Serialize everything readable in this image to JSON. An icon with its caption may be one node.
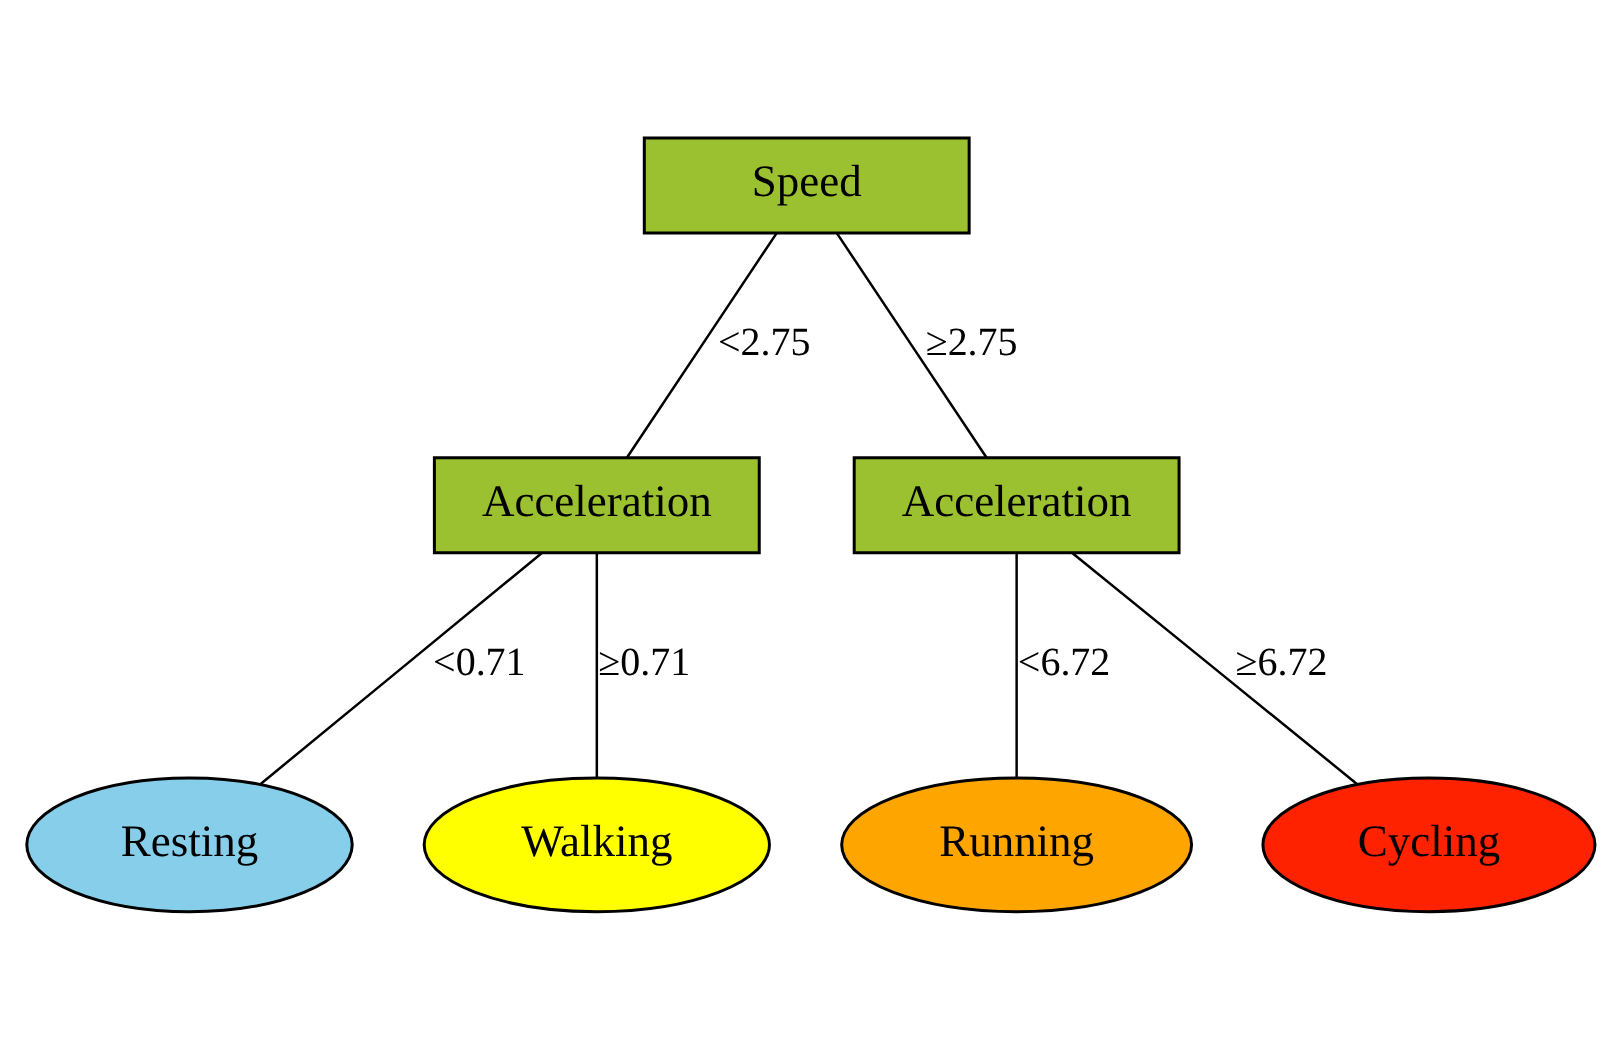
{
  "diagram": {
    "nodes": [
      {
        "text": [
          "Speed"
        ]
      },
      {
        "text": [
          "Acceleration"
        ]
      },
      {
        "text": [
          "Acceleration"
        ]
      },
      {
        "text": [
          "Resting"
        ]
      },
      {
        "text": [
          "Walking"
        ]
      },
      {
        "text": [
          "Running"
        ]
      },
      {
        "text": [
          "Cycling"
        ]
      }
    ],
    "edges": [
      {
        "from": 0,
        "to": 1,
        "arrow": "none",
        "label": "<2.75"
      },
      {
        "from": 0,
        "to": 2,
        "arrow": "none",
        "label": "≥2.75"
      },
      {
        "from": 1,
        "to": 3,
        "arrow": "none",
        "label": "<0.71"
      },
      {
        "from": 1,
        "to": 4,
        "arrow": "none",
        "label": "≥0.71"
      },
      {
        "from": 2,
        "to": 5,
        "arrow": "none",
        "label": "<6.72"
      },
      {
        "from": 2,
        "to": 6,
        "arrow": "none",
        "label": "≥6.72"
      }
    ]
  }
}
